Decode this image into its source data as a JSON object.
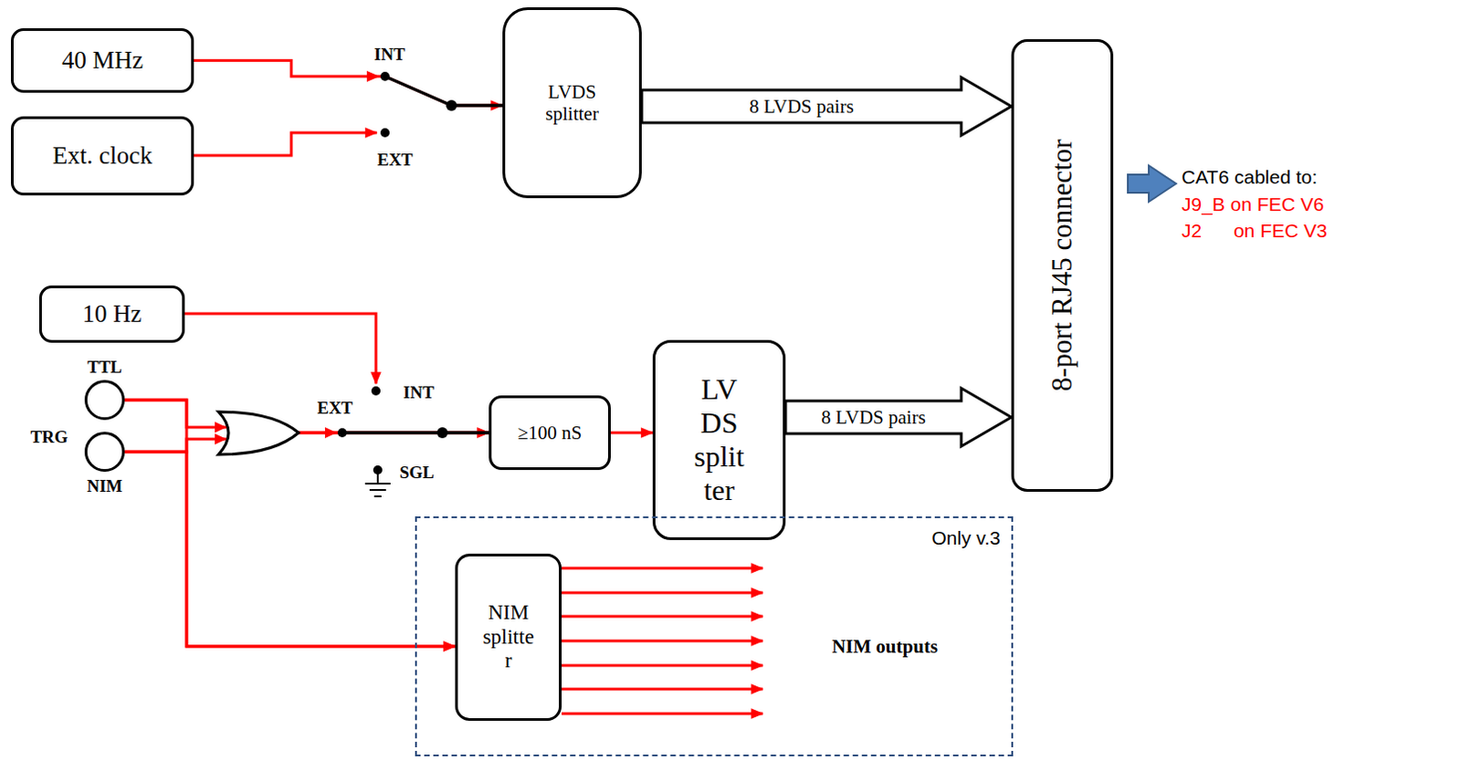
{
  "diagram": {
    "nodes": [
      {
        "text": [
          "40 MHz"
        ]
      },
      {
        "text": [
          "Ext. clock"
        ]
      },
      {
        "text": [
          "LVDS splitter"
        ]
      },
      {
        "text": [
          "8-port RJ45 connector"
        ]
      },
      {
        "text": [
          "10 Hz"
        ]
      },
      {
        "text": [
          "TTL"
        ]
      },
      {
        "text": [
          "NIM"
        ]
      },
      {
        "text": [
          "≥100 nS"
        ]
      },
      {
        "text": [
          "LV DS split ter"
        ]
      },
      {
        "text": [
          "Only v.3"
        ]
      },
      {
        "text": [
          "NIM splitte r"
        ],
        "in": 9
      }
    ],
    "edges": [
      {
        "from": 0,
        "to": 2,
        "arrow": "to"
      },
      {
        "from": 2,
        "to": 3,
        "arrow": "to",
        "label": "8 LVDS pairs"
      },
      {
        "from": 5,
        "to": 7,
        "arrow": "to"
      },
      {
        "from": 6,
        "to": 7,
        "arrow": "to"
      },
      {
        "from": 7,
        "to": 8,
        "arrow": "to"
      },
      {
        "from": 8,
        "to": 3,
        "arrow": "to",
        "label": "8 LVDS pairs"
      },
      {
        "from": 5,
        "to": 10,
        "arrow": "to"
      },
      {
        "from": 6,
        "to": 10,
        "arrow": "to"
      }
    ],
    "labels": [
      "INT",
      "EXT",
      "INT",
      "EXT",
      "SGL",
      "TRG",
      "CAT6 cabled to:",
      "J9_B on FEC V6",
      "J2      on FEC V3",
      "NIM outputs"
    ]
  }
}
